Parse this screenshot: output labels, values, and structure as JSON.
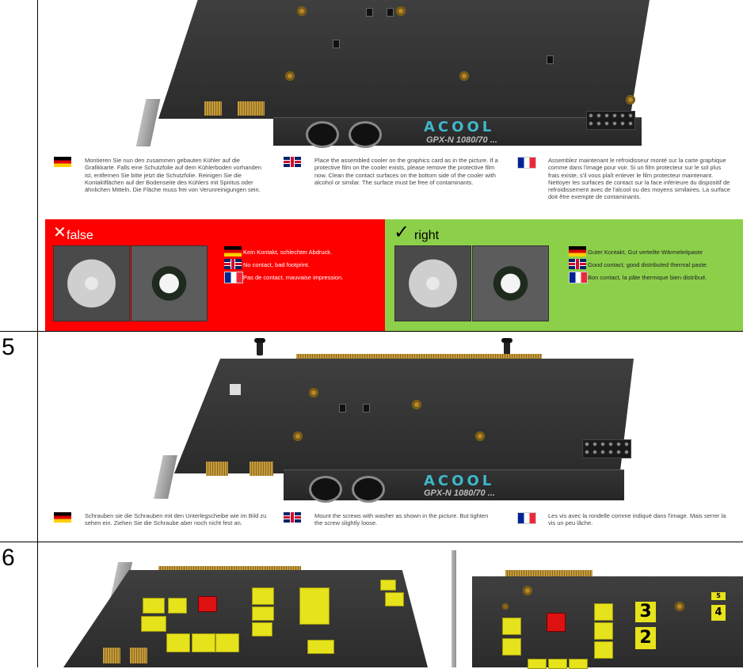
{
  "steps": [
    {
      "number": "5"
    },
    {
      "number": "6"
    }
  ],
  "brand": {
    "logo": "ACOOL",
    "model": "GPX-N 1080/70 ..."
  },
  "instructions_step4": {
    "de": "Montieren Sie nun den zusammen gebauten Kühler auf die Grafikkarte. Falls eine Schutzfolie auf dem Kühlerboden vorhanden ist, entfernen Sie bitte jetzt die Schutzfolie. Reinigen Sie die Kontaktflächen auf der Bodenseite des Kühlers mit Spiritus oder ähnlichen Mitteln. Die Fläche muss frei von Verunreinigungen sein.",
    "en": "Place the assembled cooler on the graphics card as in the picture. If a protective film on the cooler exists, please remove the protective film now. Clean the contact surfaces on the bottom side of the cooler with alcohol or similar. The surface must be free of contaminants.",
    "fr": "Assemblez maintenant le refroidisseur monté sur la carte graphique comme dans l'image pour voir. Si un film protecteur sur le sol plus frais existe, s'il vous plaît enlever le film protecteur maintenant. Nettoyer les surfaces de contact sur la face inférieure du dispositif de refroidissement avec de l'alcool ou des moyens similaires. La surface doit être exempte de contaminants."
  },
  "false_panel": {
    "mark": "✕",
    "title": "false",
    "color": "#ff0000",
    "lines": {
      "de": "Kein Kontakt, schlechter Abdruck.",
      "en": "No contact, bad footprint.",
      "fr": "Pas de contact, mauvaise impression."
    }
  },
  "right_panel": {
    "mark": "✓",
    "title": "right",
    "color": "#8cd04a",
    "lines": {
      "de": "Guter Kontakt, Gut verteilte Wärmeleitpaste",
      "en": "Good contact, good distributed thermal paste.",
      "fr": "Bon contact, la pâte thermique bien distribué."
    }
  },
  "instructions_step5": {
    "de": "Schrauben sie die Schrauben mit den Unterlegscheibe wie im Bild zu sehen ein. Ziehen Sie die Schraube aber noch nicht fest an.",
    "en": "Mount the screws with washer as shown in the picture. But tighten the screw slightly loose.",
    "fr": "Les vis avec la rondelle comme indiqué dans l'image. Mais serrer la vis un peu lâche."
  },
  "pad_labels": [
    "3",
    "2",
    "5",
    "4"
  ],
  "colors": {
    "pcb": "#2e2e2e",
    "thermal_pad": "#e6e21b",
    "gpu_pad": "#dd1111",
    "logo": "#3fb7c9"
  }
}
